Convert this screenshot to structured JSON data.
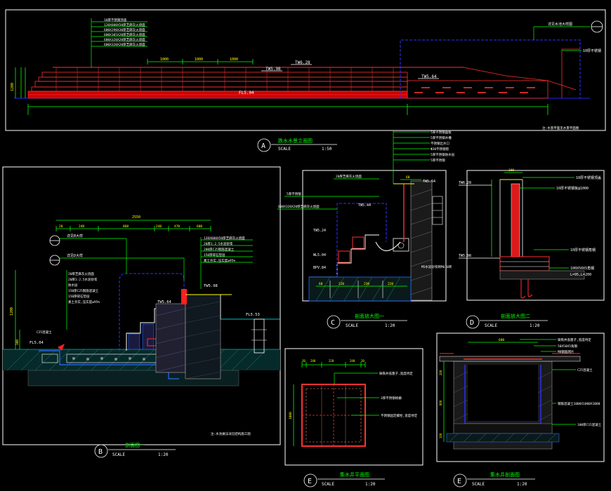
{
  "drawings": {
    "A": {
      "letter": "A",
      "title": "跌水水景立面图",
      "scale_label": "SCALE",
      "scale": "1:50",
      "levels": [
        "TW5.98",
        "TW6.28",
        "TW5.64",
        "FL5.04"
      ],
      "dims": [
        "1000",
        "1000",
        "1000"
      ],
      "notes": [
        "10厚不锈钢顶盖",
        "120X600X50厚芝麻灰火烧面",
        "600X290X30厚芝麻灰火烧面",
        "600X105X20厚芝麻灰火烧面",
        "600X320X20厚芝麻灰火烧面",
        "600X320X20厚芝麻灰火烧面"
      ],
      "right_note": "10厚不锈钢",
      "detail_tag": "详见水池大样图",
      "ref_note": "注:水景平面见水景平面图"
    },
    "B": {
      "letter": "B",
      "title": "剖面图一",
      "scale_label": "SCALE",
      "scale": "1:20",
      "top_dim": "2550",
      "sub_dims": [
        "20",
        "240",
        "860",
        "240",
        "470",
        "600"
      ],
      "levels": [
        "TW5.98",
        "TW5.64",
        "FL5.53",
        "FL5.04"
      ],
      "left_dims": [
        "1200",
        "300"
      ],
      "callout_1": "详见B大样",
      "callout_2": "详见D大样",
      "notes": [
        "120X600X50厚芝麻灰火烧面",
        "20厚1:2.5水泥砂浆",
        "200厚C25钢筋混凝土",
        "150厚碎石垫层",
        "素土夯实,压实度≥95%"
      ],
      "left_notes": [
        "20厚芝麻灰火烧面",
        "20厚1:2.5水泥砂浆",
        "防水层",
        "150厚C25钢筋混凝土",
        "150厚碎石垫层",
        "素土夯实,压实度≥95%"
      ],
      "grade_note": "C25混凝土",
      "ref_note": "注:水池做法详见结构施工图"
    },
    "C": {
      "letter": "C",
      "title": "剖面放大图一",
      "scale_label": "SCALE",
      "scale": "1:20",
      "levels": [
        "TW5.64",
        "TW5.44",
        "TW5.24",
        "WL5.04",
        "BPV.84"
      ],
      "dims": [
        "60",
        "220",
        "230",
        "220"
      ],
      "notes": [
        "5厚不锈钢面板",
        "5厚不锈钢水槽",
        "不锈钢出水口",
        "Φ20不锈钢管",
        "5厚不锈钢防水层",
        "5厚不锈钢"
      ],
      "left_notes": [
        "20厚芝麻灰火烧面",
        "5厚不锈钢",
        "600X320X20厚芝麻灰火烧面"
      ],
      "bottom_note": "M5水泥砂浆砌MU10砖"
    },
    "D": {
      "letter": "D",
      "title": "剖面放大图二",
      "scale_label": "SCALE",
      "scale": "1:20",
      "levels": [
        "TW6.28",
        "TW5.98"
      ],
      "dims": [
        "100"
      ],
      "notes": [
        "10厚不锈钢顶盖",
        "10厚不锈钢板@1000",
        "10厚不锈钢角钢",
        "100X50X5角钢",
        "L=95,L=200"
      ]
    },
    "E1": {
      "letter": "E",
      "title": "集水井平面图",
      "scale_label": "SCALE",
      "scale": "1:20",
      "dims": [
        "20",
        "240",
        "220",
        "240",
        "20"
      ],
      "left_dim": "1000",
      "notes": [
        "铸铁井盖篦子,宽度待定",
        "3厚不锈钢格栅",
        "不锈钢固定螺栓,宽度待定"
      ]
    },
    "E2": {
      "letter": "E",
      "title": "集水井剖面图",
      "scale_label": "SCALE",
      "scale": "1:20",
      "dims": [
        "600"
      ],
      "left_dims": [
        "200",
        "800",
        "100"
      ],
      "notes": [
        "铸铁井盖篦子,宽度待定",
        "50X50X5角钢",
        "MB钢筋网片",
        "C25混凝土",
        "钢筋混凝土1000X1000X1000",
        "100厚C15混凝土"
      ]
    }
  }
}
